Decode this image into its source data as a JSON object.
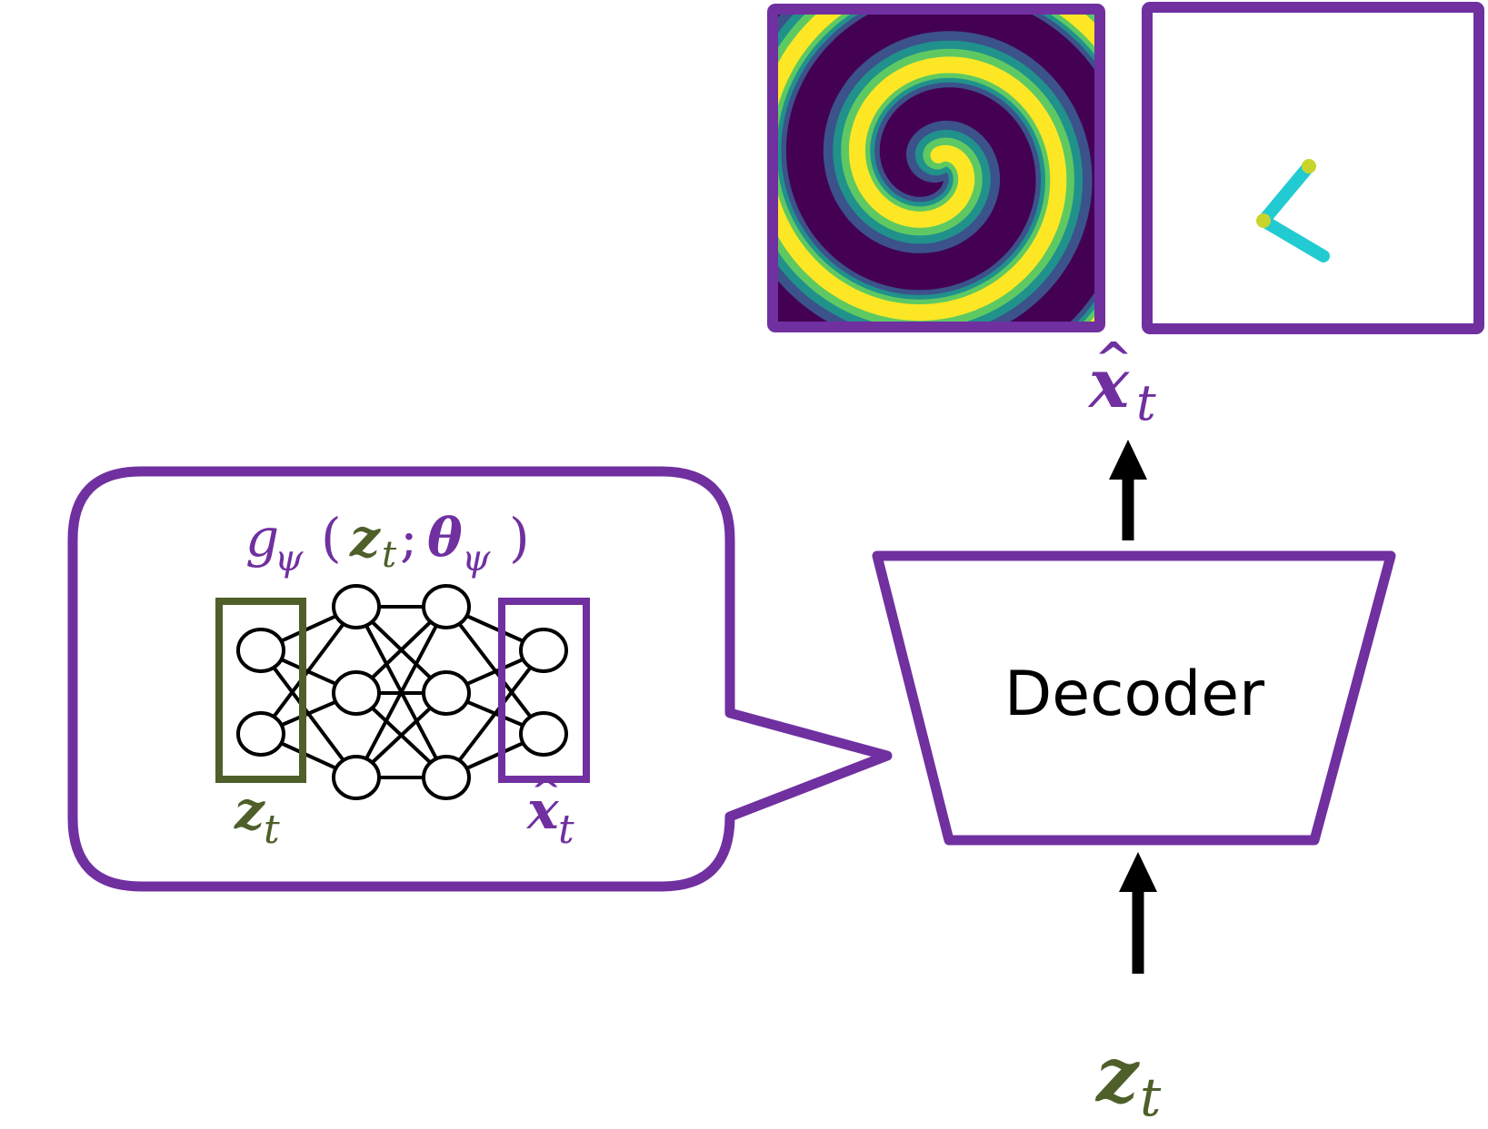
{
  "colors": {
    "purple": "#7030a0",
    "green": "#4e5f2a",
    "black": "#000000",
    "pendulum_rod": "#22cbd2",
    "pendulum_joint": "#c8d42b",
    "viridis": [
      "#440154",
      "#3b528b",
      "#21918c",
      "#5ec962",
      "#fde725"
    ]
  },
  "decoder": {
    "label": "Decoder"
  },
  "labels": {
    "input": {
      "base": "z",
      "sub": "t"
    },
    "output": {
      "base": "x",
      "hat": "^",
      "sub": "t"
    }
  },
  "callout": {
    "func": {
      "g": "g",
      "g_sub": "ψ",
      "open": "(",
      "z": "z",
      "z_sub": "t",
      "sep": "; ",
      "theta": "θ",
      "theta_sub": "ψ",
      "close": ")"
    },
    "net_input": {
      "base": "z",
      "sub": "t"
    },
    "net_output": {
      "base": "x",
      "hat": "^",
      "sub": "t"
    },
    "network_layers": [
      2,
      3,
      3,
      2
    ]
  },
  "panels": [
    {
      "name": "spiral-wave-image"
    },
    {
      "name": "pendulum-image"
    }
  ]
}
